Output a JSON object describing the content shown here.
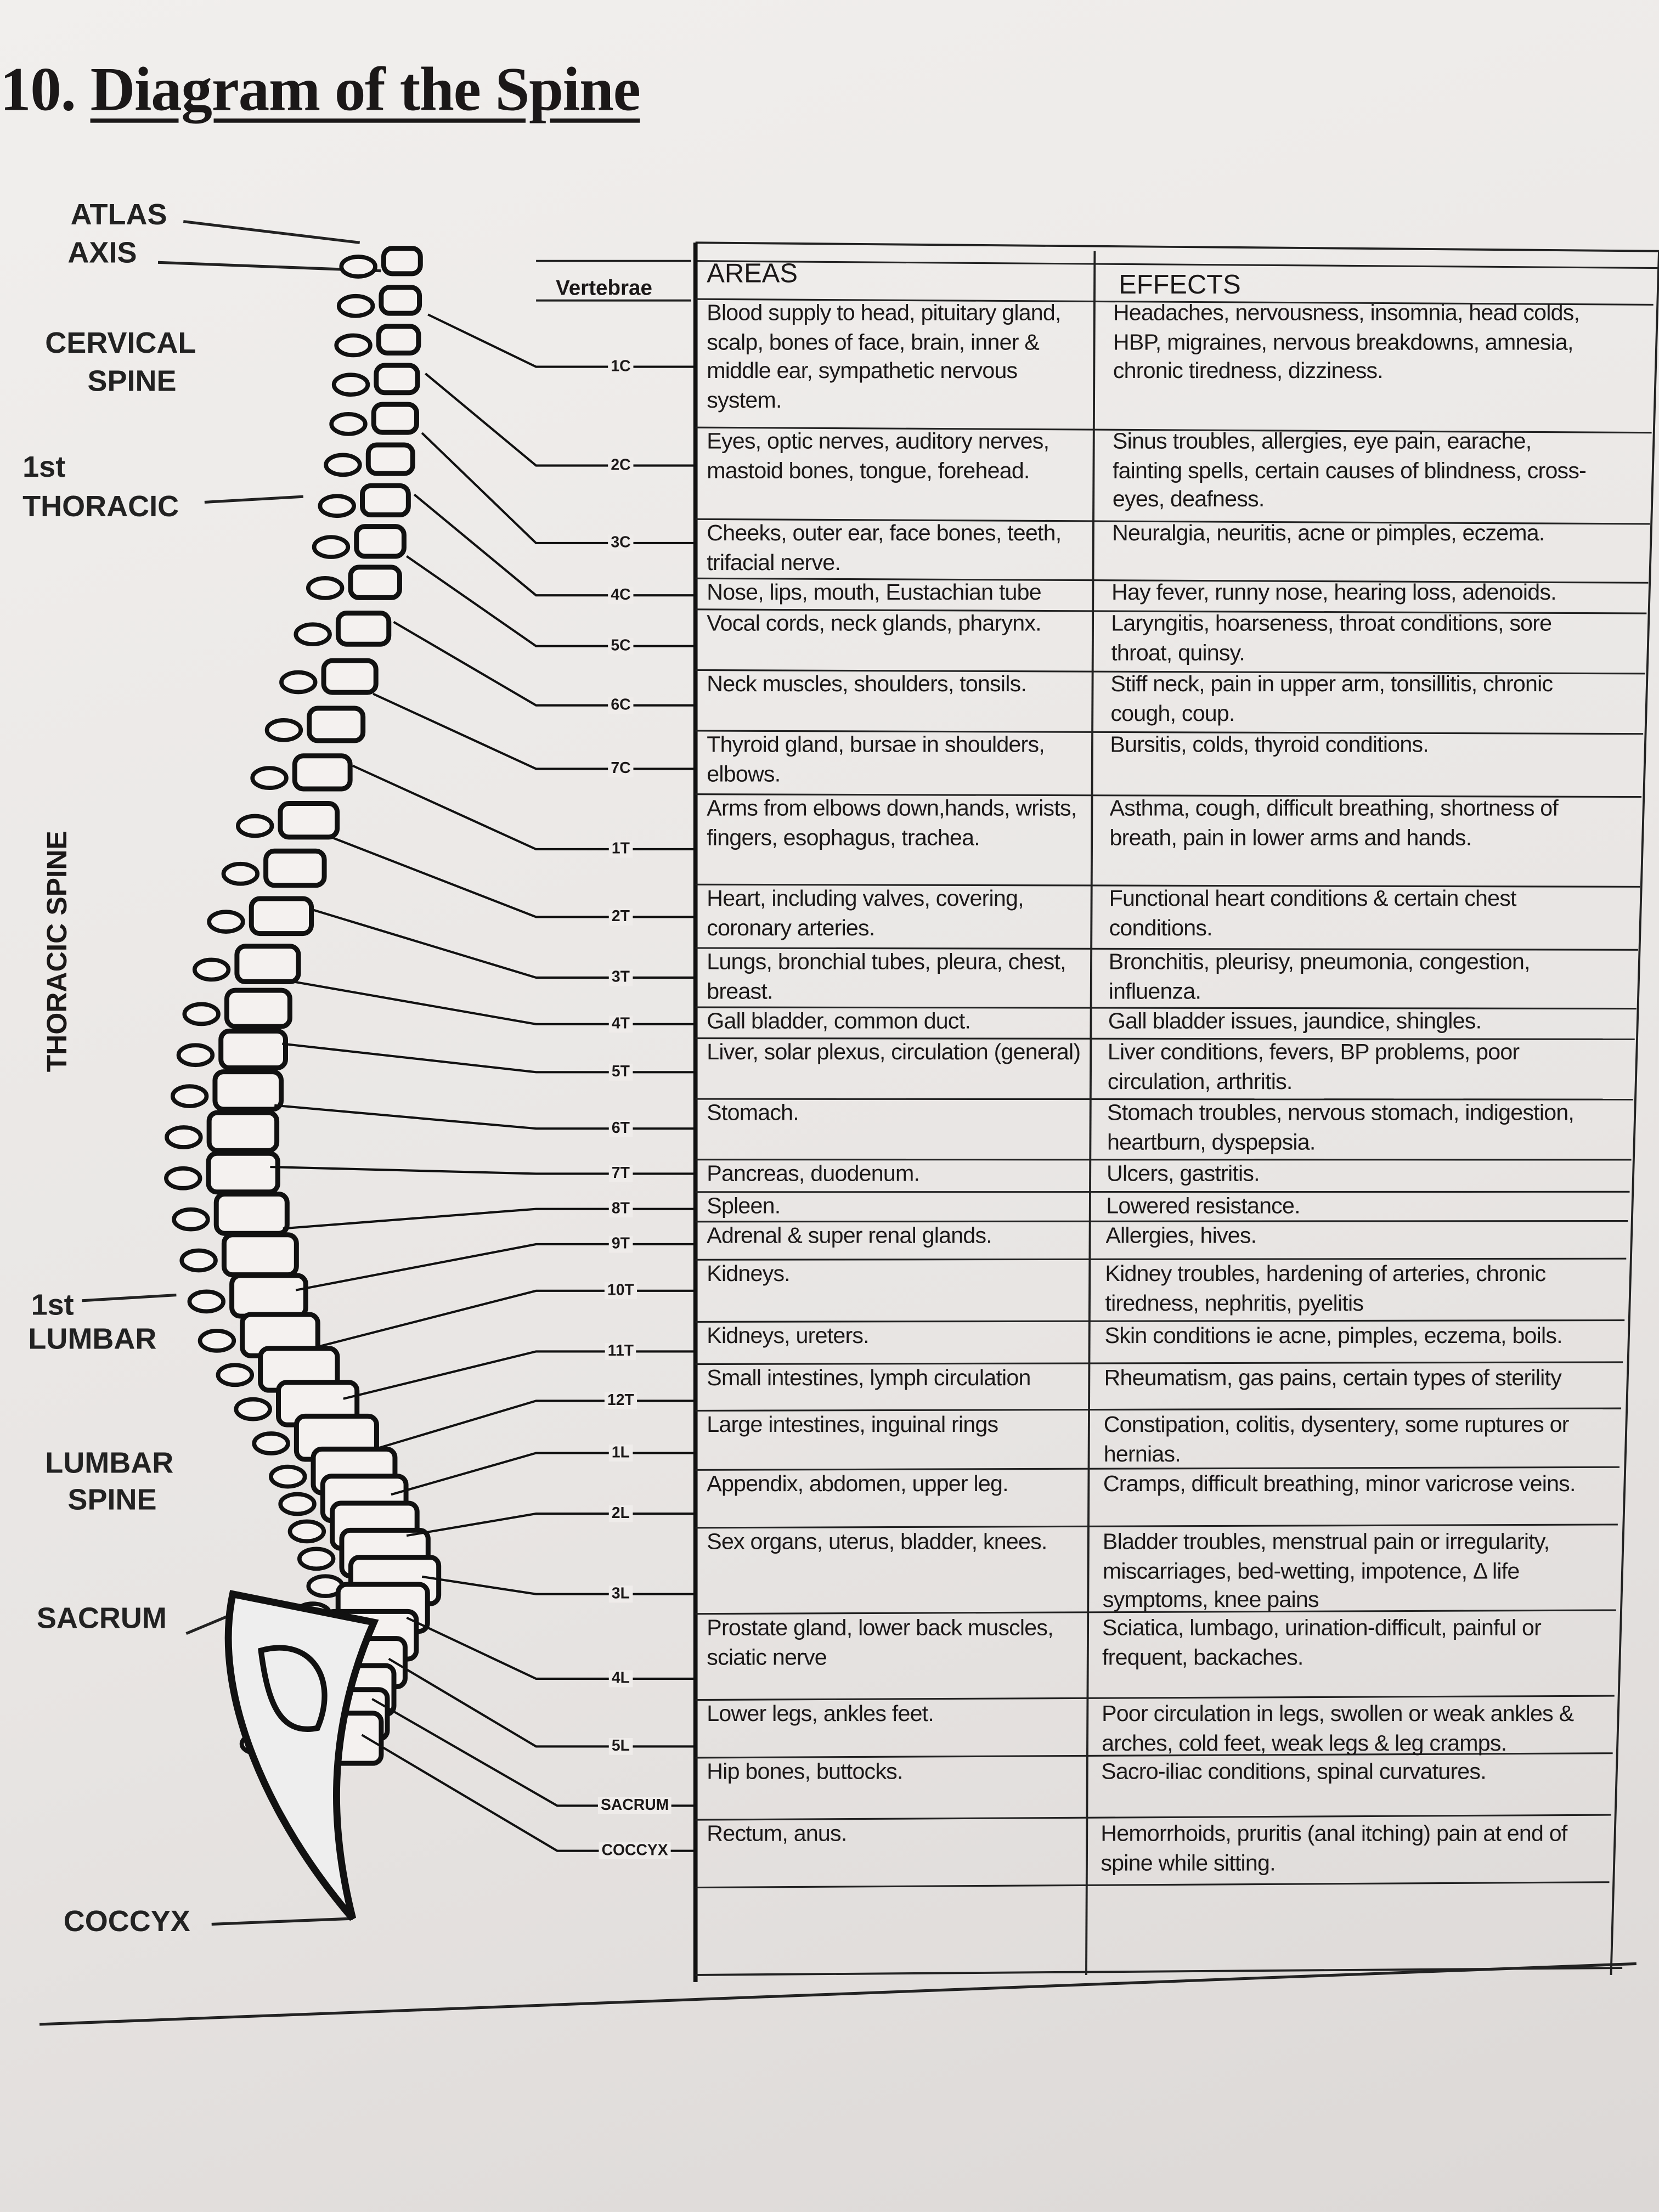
{
  "title": {
    "number": "10.",
    "text": "Diagram of the Spine"
  },
  "left_labels": {
    "atlas": "ATLAS",
    "axis": "AXIS",
    "cervical_1": "CERVICAL",
    "cervical_2": "SPINE",
    "first_thoracic_1": "1st",
    "first_thoracic_2": "THORACIC",
    "thoracic_spine": "THORACIC SPINE",
    "first_lumbar_1": "1st",
    "first_lumbar_2": "LUMBAR",
    "lumbar_1": "LUMBAR",
    "lumbar_2": "SPINE",
    "sacrum": "SACRUM",
    "coccyx": "COCCYX"
  },
  "table": {
    "vertebrae_header": "Vertebrae",
    "areas_header": "AREAS",
    "effects_header": "EFFECTS",
    "vertebrae": [
      "1C",
      "2C",
      "3C",
      "4C",
      "5C",
      "6C",
      "7C",
      "1T",
      "2T",
      "3T",
      "4T",
      "5T",
      "6T",
      "7T",
      "8T",
      "9T",
      "10T",
      "11T",
      "12T",
      "1L",
      "2L",
      "3L",
      "4L",
      "5L",
      "SACRUM",
      "COCCYX"
    ],
    "rows": [
      {
        "area": "Blood supply to head, pituitary gland, scalp, bones of face, brain, inner & middle ear, sympathetic nervous system.",
        "effect": "Headaches, nervousness, insomnia, head colds, HBP, migraines, nervous breakdowns, amnesia, chronic tiredness, dizziness."
      },
      {
        "area": "Eyes, optic nerves, auditory nerves, mastoid bones, tongue, forehead.",
        "effect": "Sinus troubles, allergies, eye pain, earache, fainting spells, certain causes of blindness, cross-eyes, deafness."
      },
      {
        "area": "Cheeks, outer ear, face bones, teeth, trifacial nerve.",
        "effect": "Neuralgia, neuritis, acne or pimples, eczema."
      },
      {
        "area": "Nose, lips, mouth, Eustachian tube",
        "effect": "Hay fever, runny nose, hearing loss, adenoids."
      },
      {
        "area": "Vocal cords, neck glands, pharynx.",
        "effect": "Laryngitis, hoarseness, throat conditions, sore throat, quinsy."
      },
      {
        "area": "Neck muscles, shoulders, tonsils.",
        "effect": "Stiff neck, pain in upper arm, tonsillitis, chronic cough, coup."
      },
      {
        "area": "Thyroid gland, bursae in shoulders, elbows.",
        "effect": "Bursitis, colds, thyroid conditions."
      },
      {
        "area": "Arms from elbows down,hands, wrists, fingers, esophagus, trachea.",
        "effect": "Asthma, cough, difficult breathing, shortness of breath, pain in lower arms and hands."
      },
      {
        "area": "Heart, including valves, covering, coronary arteries.",
        "effect": "Functional heart conditions & certain chest conditions."
      },
      {
        "area": "Lungs, bronchial tubes, pleura, chest, breast.",
        "effect": "Bronchitis, pleurisy, pneumonia, congestion, influenza."
      },
      {
        "area": "Gall bladder, common duct.",
        "effect": "Gall bladder issues, jaundice, shingles."
      },
      {
        "area": "Liver, solar plexus, circulation (general)",
        "effect": "Liver conditions, fevers, BP problems, poor circulation, arthritis."
      },
      {
        "area": "Stomach.",
        "effect": "Stomach troubles, nervous stomach, indigestion, heartburn, dyspepsia."
      },
      {
        "area": "Pancreas, duodenum.",
        "effect": "Ulcers, gastritis."
      },
      {
        "area": "Spleen.",
        "effect": "Lowered resistance."
      },
      {
        "area": "Adrenal & super renal glands.",
        "effect": "Allergies, hives."
      },
      {
        "area": "Kidneys.",
        "effect": "Kidney troubles, hardening of arteries, chronic tiredness, nephritis, pyelitis"
      },
      {
        "area": "Kidneys, ureters.",
        "effect": "Skin conditions ie acne, pimples, eczema, boils."
      },
      {
        "area": "Small intestines, lymph circulation",
        "effect": "Rheumatism, gas pains, certain types of sterility"
      },
      {
        "area": "Large intestines, inguinal rings",
        "effect": "Constipation, colitis, dysentery, some ruptures or hernias."
      },
      {
        "area": "Appendix, abdomen, upper leg.",
        "effect": "Cramps, difficult breathing, minor varicrose veins."
      },
      {
        "area": "Sex organs, uterus, bladder, knees.",
        "effect": "Bladder troubles, menstrual pain or irregularity, miscarriages, bed-wetting, impotence, Δ life symptoms, knee pains"
      },
      {
        "area": "Prostate gland, lower back muscles, sciatic nerve",
        "effect": "Sciatica, lumbago, urination-difficult, painful or frequent, backaches."
      },
      {
        "area": "Lower legs, ankles feet.",
        "effect": "Poor circulation in legs, swollen or weak ankles & arches, cold feet, weak legs & leg cramps."
      },
      {
        "area": "Hip bones, buttocks.",
        "effect": "Sacro-iliac conditions, spinal curvatures."
      },
      {
        "area": "Rectum, anus.",
        "effect": "Hemorrhoids, pruritis (anal itching) pain at end of spine while sitting."
      }
    ]
  }
}
